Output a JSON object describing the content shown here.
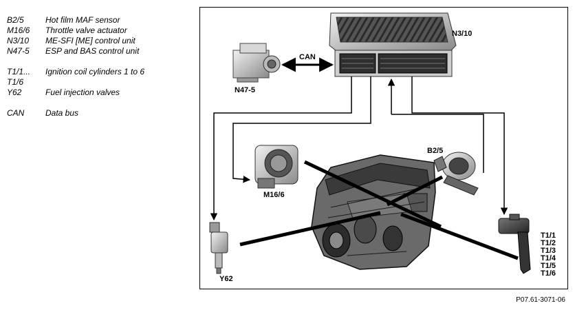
{
  "legend": [
    {
      "code": "B2/5",
      "desc": "Hot film MAF sensor"
    },
    {
      "code": "M16/6",
      "desc": "Throttle valve actuator"
    },
    {
      "code": "N3/10",
      "desc": "ME-SFI [ME] control unit"
    },
    {
      "code": "N47-5",
      "desc": "ESP and BAS control unit"
    },
    {
      "code": "T1/1...",
      "desc": "Ignition coil cylinders 1 to 6"
    },
    {
      "code": "T1/6",
      "desc": ""
    },
    {
      "code": "Y62",
      "desc": "Fuel injection valves"
    },
    {
      "code": "CAN",
      "desc": "Data bus"
    }
  ],
  "diagram": {
    "ecu_label": "N3/10",
    "esp_label": "N47-5",
    "can_label": "CAN",
    "throttle_label": "M16/6",
    "maf_label": "B2/5",
    "injector_label": "Y62",
    "coil_labels": [
      "T1/1",
      "T1/2",
      "T1/3",
      "T1/4",
      "T1/5",
      "T1/6"
    ]
  },
  "figure_ref": "P07.61-3071-06"
}
